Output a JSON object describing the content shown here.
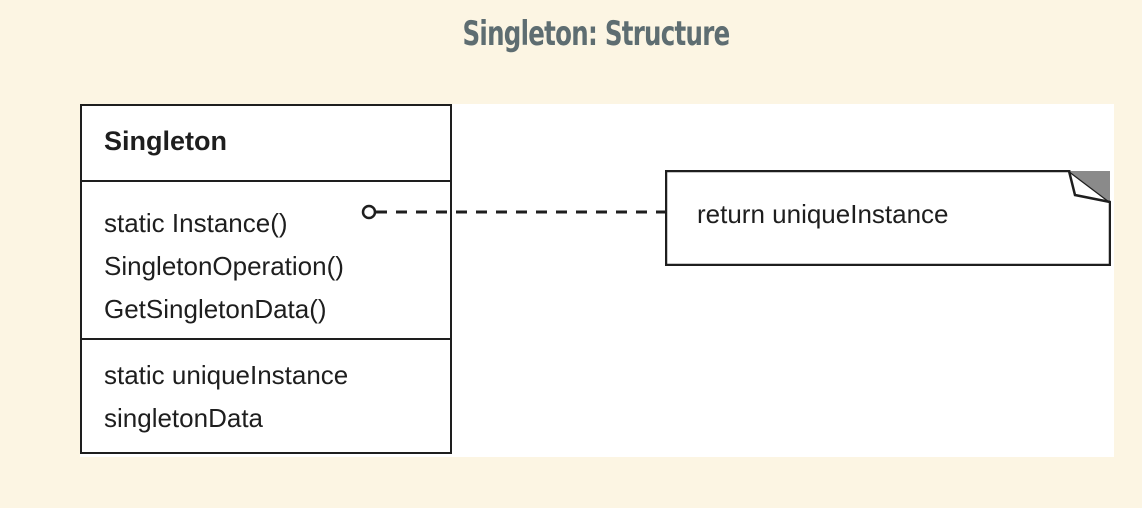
{
  "title": "Singleton: Structure",
  "diagram": {
    "class": {
      "name": "Singleton",
      "operations": [
        "static Instance()",
        "SingletonOperation()",
        "GetSingletonData()"
      ],
      "attributes": [
        "static uniqueInstance",
        "singletonData"
      ]
    },
    "note": {
      "text": "return uniqueInstance"
    }
  }
}
